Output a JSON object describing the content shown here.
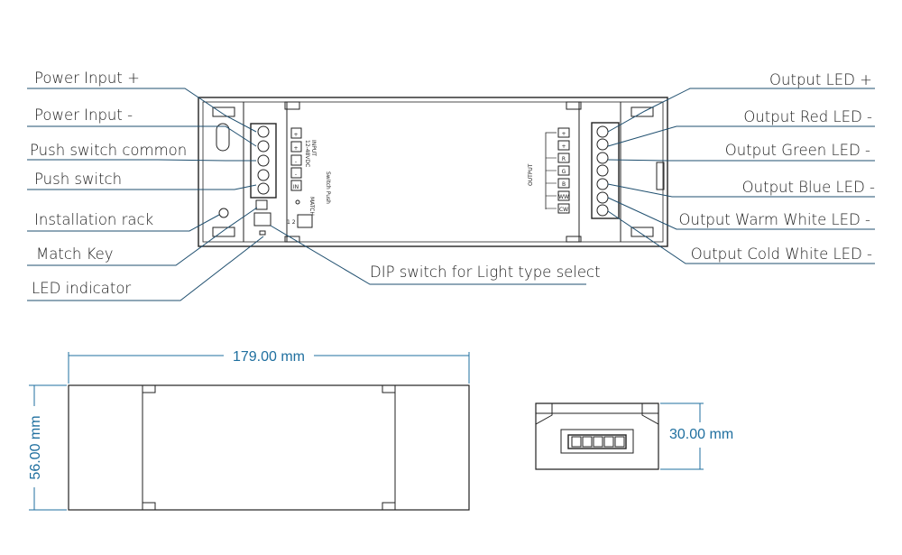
{
  "labels_left": [
    "Power Input +",
    "Power Input -",
    "Push switch common",
    "Push switch",
    "Installation rack",
    "Match Key",
    "LED indicator"
  ],
  "labels_right": [
    "Output LED +",
    "Output Red LED -",
    "Output Green LED -",
    "Output Blue LED -",
    "Output Warm White LED -",
    "Output Cold White LED -"
  ],
  "dip_label": "DIP switch for Light type select",
  "dimensions": {
    "length": "179.00 mm",
    "width": "56.00 mm",
    "height": "30.00 mm"
  },
  "board": {
    "input_title": "INPUT",
    "input_voltage": "12-48VDC",
    "switch_push": "Switch Push",
    "match": "MATCH",
    "output": "OUTPUT",
    "input_pins": [
      "+",
      "+",
      "-",
      "-",
      "IN"
    ],
    "output_pins": [
      "+",
      "+",
      "R",
      "G",
      "B",
      "WW",
      "CW"
    ],
    "dip_numbers": "1 2"
  },
  "colors": {
    "callout": "#1f4f6f",
    "dimension": "#1f6f9f",
    "outline": "#222222"
  }
}
